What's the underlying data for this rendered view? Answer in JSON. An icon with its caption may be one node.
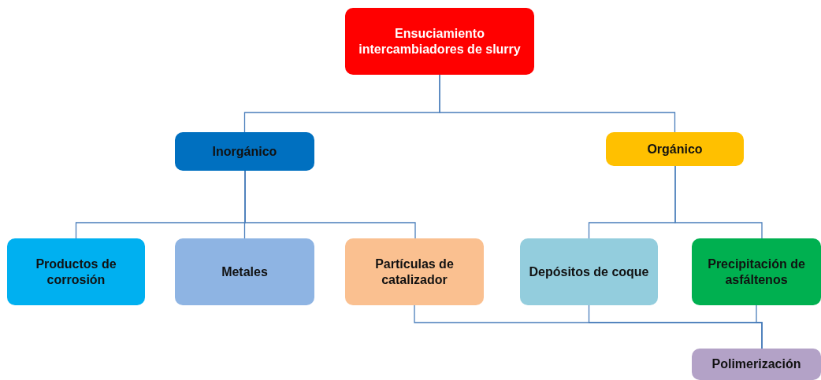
{
  "diagram": {
    "nodes": [
      {
        "text": [
          "Ensuciamiento intercambiadores  de slurry"
        ]
      },
      {
        "text": [
          "Inorgánico"
        ]
      },
      {
        "text": [
          "Orgánico"
        ]
      },
      {
        "text": [
          "Productos de corrosión"
        ]
      },
      {
        "text": [
          "Metales"
        ]
      },
      {
        "text": [
          "Partículas de catalizador"
        ]
      },
      {
        "text": [
          "Depósitos de coque"
        ]
      },
      {
        "text": [
          "Precipitación de asfáltenos"
        ]
      },
      {
        "text": [
          "Polimerización"
        ]
      }
    ],
    "edges": [
      {
        "from": 0,
        "to": 1,
        "arrow": "none"
      },
      {
        "from": 0,
        "to": 2,
        "arrow": "none"
      },
      {
        "from": 1,
        "to": 3,
        "arrow": "none"
      },
      {
        "from": 1,
        "to": 4,
        "arrow": "none"
      },
      {
        "from": 1,
        "to": 5,
        "arrow": "none"
      },
      {
        "from": 2,
        "to": 6,
        "arrow": "none"
      },
      {
        "from": 2,
        "to": 7,
        "arrow": "none"
      },
      {
        "from": 5,
        "to": 8,
        "arrow": "none"
      },
      {
        "from": 6,
        "to": 8,
        "arrow": "none"
      },
      {
        "from": 7,
        "to": 8,
        "arrow": "none"
      }
    ]
  }
}
